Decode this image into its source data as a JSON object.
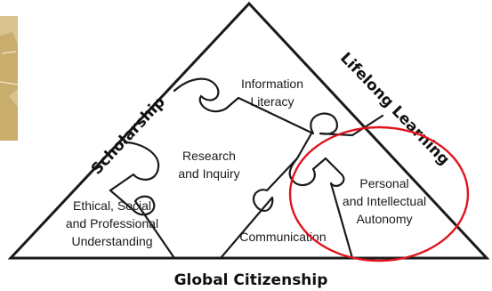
{
  "sides": {
    "left": "Scholarship",
    "right": "Lifelong Learning",
    "base": "Global Citizenship"
  },
  "pieces": {
    "information_literacy": [
      "Information",
      "Literacy"
    ],
    "research_inquiry": [
      "Research",
      "and Inquiry"
    ],
    "ethical": [
      "Ethical, Social",
      "and Professional",
      "Understanding"
    ],
    "communication": [
      "Communication"
    ],
    "personal": [
      "Personal",
      "and Intellectual",
      "Autonomy"
    ]
  },
  "colors": {
    "outline": "#1a1a1a",
    "highlight": "#e0141e",
    "map_fill": "#d9c38f",
    "map_dark": "#c9ad6d"
  }
}
